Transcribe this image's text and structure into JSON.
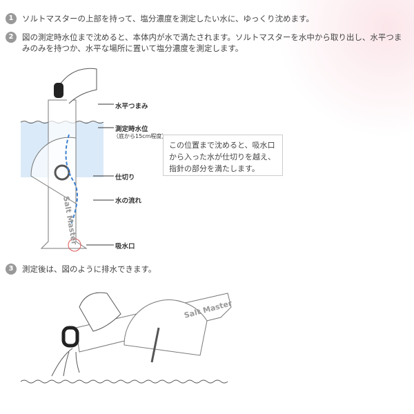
{
  "steps": [
    {
      "num": "1",
      "text": "ソルトマスターの上部を持って、塩分濃度を測定したい水に、ゆっくり沈めます。"
    },
    {
      "num": "2",
      "text": "図の測定時水位まで沈めると、本体内が水で満たされます。ソルトマスターを水中から取り出し、水平つまみのみを持つか、水平な場所に置いて塩分濃度を測定します。"
    },
    {
      "num": "3",
      "text": "測定後は、図のように排水できます。"
    }
  ],
  "diagram": {
    "labels": {
      "knob": "水平つまみ",
      "water_level": "測定時水位",
      "water_level_note": "（底から15cm程度）",
      "partition": "仕切り",
      "flow": "水の流れ",
      "intake": "吸水口"
    },
    "device_text": "Salt Master",
    "note": "この位置まで沈めると、吸水口から入った水が仕切りを越え、指針の部分を満たします。",
    "accent": "#3b7fd0"
  }
}
